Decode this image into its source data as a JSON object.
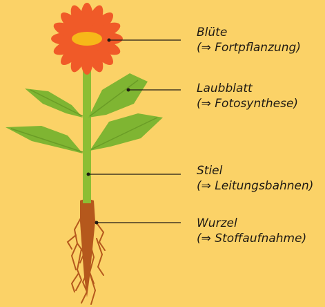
{
  "labels": [
    {
      "id": "bluete",
      "name": "Blüte",
      "function": "(⇒ Fortpflanzung)"
    },
    {
      "id": "laubblatt",
      "name": "Laubblatt",
      "function": "(⇒ Fotosynthese)"
    },
    {
      "id": "stiel",
      "name": "Stiel",
      "function": "(⇒ Leitungsbahnen)"
    },
    {
      "id": "wurzel",
      "name": "Wurzel",
      "function": "(⇒ Stoffaufnahme)"
    }
  ],
  "colors": {
    "background": "#fbd267",
    "petals": "#f05a28",
    "flower_center": "#f7b819",
    "stem": "#8cbe34",
    "leaves": "#7fb532",
    "root": "#b5581c",
    "leader_line": "#1f1a14"
  }
}
